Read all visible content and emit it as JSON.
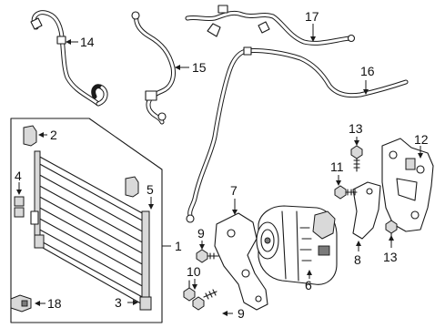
{
  "diagram": {
    "callouts": {
      "c1": "1",
      "c2": "2",
      "c3": "3",
      "c4": "4",
      "c5": "5",
      "c6": "6",
      "c7": "7",
      "c8": "8",
      "c9a": "9",
      "c9b": "9",
      "c10": "10",
      "c11": "11",
      "c12": "12",
      "c13a": "13",
      "c13b": "13",
      "c14": "14",
      "c15": "15",
      "c16": "16",
      "c17": "17",
      "c18": "18"
    }
  }
}
